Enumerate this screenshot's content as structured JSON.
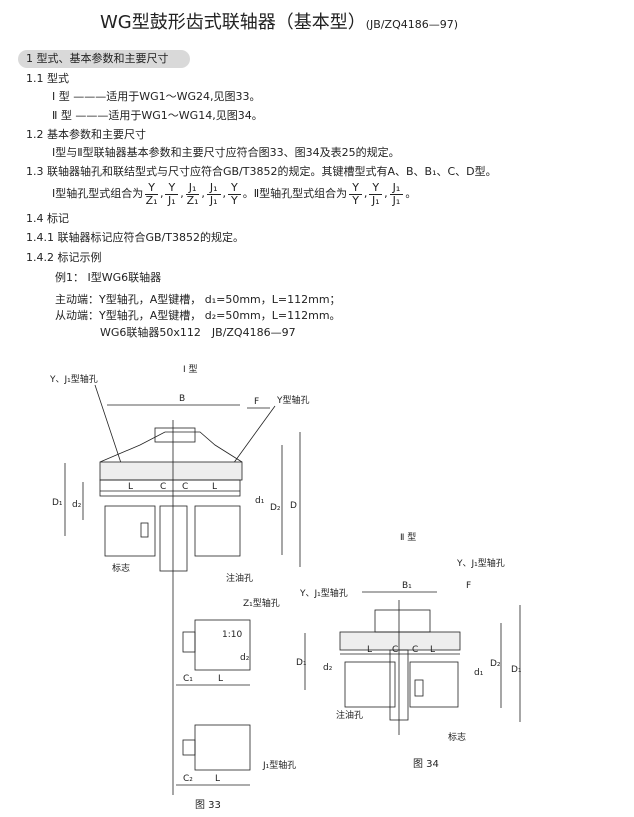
{
  "title": {
    "main": "WG型鼓形齿式联轴器（基本型）",
    "std": "(JB/ZQ4186—97)"
  },
  "section_header": "1 型式、基本参数和主要尺寸",
  "s11": {
    "heading": "1.1 型式",
    "type1": "Ⅰ 型 ———适用于WG1～WG24,见图33。",
    "type2": "Ⅱ 型 ———适用于WG1～WG14,见图34。"
  },
  "s12": {
    "heading": "1.2 基本参数和主要尺寸",
    "text": "Ⅰ型与Ⅱ型联轴器基本参数和主要尺寸应符合图33、图34及表25的规定。"
  },
  "s13": {
    "heading": "1.3 联轴器轴孔和联结型式与尺寸应符合GB/T3852的规定。其键槽型式有A、B、B₁、C、D型。",
    "type1_label": "Ⅰ型轴孔型式组合为",
    "type1_fracs": [
      [
        "Y",
        "Z₁"
      ],
      [
        "Y",
        "J₁"
      ],
      [
        "J₁",
        "Z₁"
      ],
      [
        "J₁",
        "J₁"
      ],
      [
        "Y",
        "Y"
      ]
    ],
    "type2_label": "。Ⅱ型轴孔型式组合为",
    "type2_fracs": [
      [
        "Y",
        "Y"
      ],
      [
        "Y",
        "J₁"
      ],
      [
        "J₁",
        "J₁"
      ]
    ],
    "end": "。"
  },
  "s14": {
    "heading": "1.4 标记",
    "s141": "1.4.1 联轴器标记应符合GB/T3852的规定。",
    "s142": "1.4.2 标记示例",
    "example": "例1： Ⅰ型WG6联轴器",
    "drive": "主动端：Y型轴孔，A型键槽， d₁=50mm，L=112mm；",
    "driven": "从动端：Y型轴孔，A型键槽， d₂=50mm，L=112mm。",
    "mark": "WG6联轴器50x112　JB/ZQ4186—97"
  },
  "fig33": {
    "type_label": "Ⅰ 型",
    "bore_yj": "Y、J₁型轴孔",
    "bore_y": "Y型轴孔",
    "B": "B",
    "F": "F",
    "L": "L",
    "C": "C",
    "D1": "D₁",
    "d2": "d₂",
    "d1": "d₁",
    "D2": "D₂",
    "D": "D",
    "mark": "标志",
    "oil": "注油孔",
    "bore_z": "Z₁型轴孔",
    "taper": "1:10",
    "C1": "C₁",
    "C2": "C₂",
    "bore_j": "J₁型轴孔",
    "caption": "图 33"
  },
  "fig34": {
    "type_label": "Ⅱ 型",
    "bore_yj": "Y、J₁型轴孔",
    "B1": "B₁",
    "F": "F",
    "L": "L",
    "C": "C",
    "D1": "D₁",
    "d2": "d₂",
    "d1": "d₁",
    "D2": "D₂",
    "Dt": "D₁",
    "oil": "注油孔",
    "mark": "标志",
    "caption": "图 34"
  }
}
